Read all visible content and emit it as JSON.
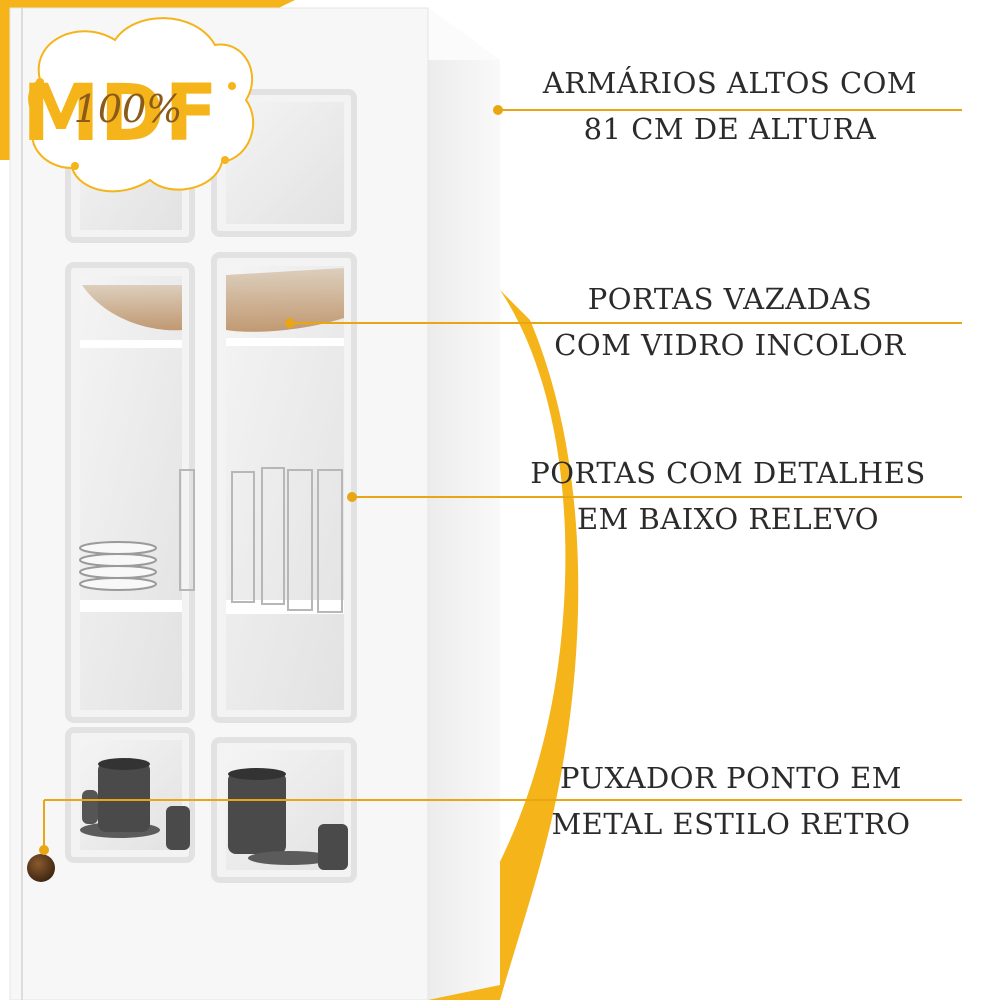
{
  "badge": {
    "brand": "MDF",
    "percent": "100%"
  },
  "callouts": [
    {
      "line1": "ARMÁRIOS ALTOS COM",
      "line2": "81 CM DE ALTURA"
    },
    {
      "line1": "PORTAS VAZADAS",
      "line2": "COM VIDRO INCOLOR"
    },
    {
      "line1": "PORTAS COM DETALHES",
      "line2": "EM BAIXO RELEVO"
    },
    {
      "line1": "PUXADOR PONTO EM",
      "line2": "METAL ESTILO RETRO"
    }
  ],
  "colors": {
    "accent": "#F4B41A",
    "accent_dark": "#E8A514",
    "cabinet": "#F7F7F7",
    "text": "#2B2B2B"
  }
}
